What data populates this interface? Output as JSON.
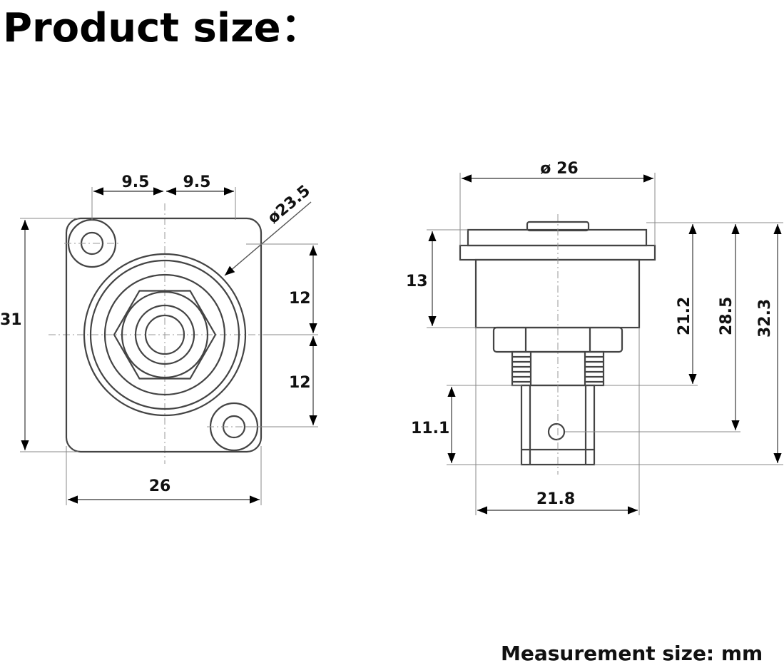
{
  "title": "Product size：",
  "unit_note": "Measurement size: mm",
  "front_view": {
    "dim_hole_left": "9.5",
    "dim_hole_right": "9.5",
    "dim_diameter": "ø23.5",
    "dim_height": "31",
    "dim_upper": "12",
    "dim_lower": "12",
    "dim_width": "26"
  },
  "side_view": {
    "dim_flange_diameter": "ø 26",
    "dim_flange_height": "13",
    "dim_h1": "21.2",
    "dim_h2": "28.5",
    "dim_h3": "32.3",
    "dim_bnc_length": "11.1",
    "dim_base_width": "21.8"
  }
}
